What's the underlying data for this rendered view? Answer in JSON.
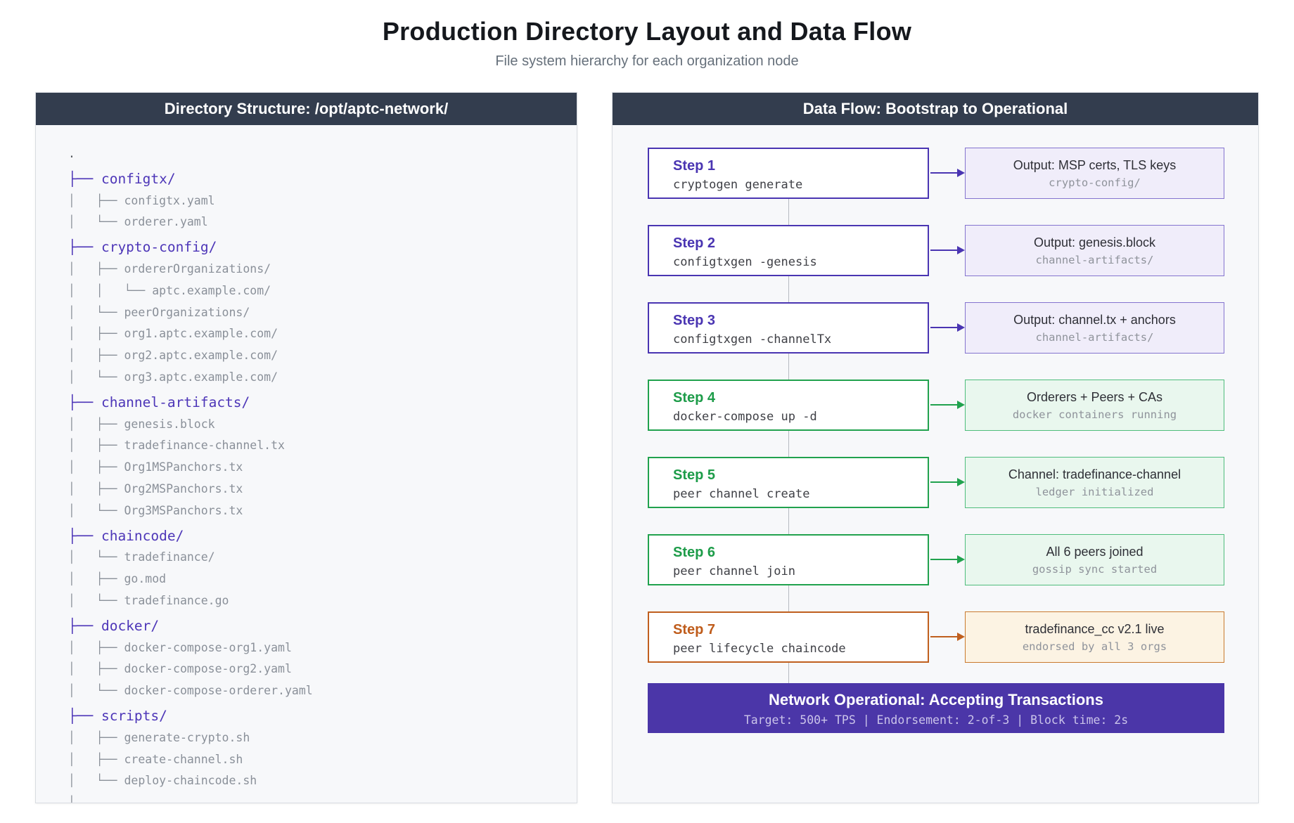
{
  "page": {
    "title": "Production Directory Layout and Data Flow",
    "subtitle": "File system hierarchy for each organization node"
  },
  "colors": {
    "header_bar": "#333d4e",
    "indigo_accent": "#4a35b2",
    "green_accent": "#21a24e",
    "orange_accent": "#c05f1e",
    "banner_purple": "#4b36a8",
    "tree_dir_purple": "#4d36b8"
  },
  "left_panel": {
    "header": "Directory Structure: /opt/aptc-network/",
    "tree": [
      {
        "text": ".",
        "type": "root"
      },
      {
        "text": "├── configtx/",
        "type": "dir"
      },
      {
        "text": "│   ├── configtx.yaml",
        "type": "file"
      },
      {
        "text": "│   └── orderer.yaml",
        "type": "file"
      },
      {
        "text": "├── crypto-config/",
        "type": "dir"
      },
      {
        "text": "│   ├── ordererOrganizations/",
        "type": "file"
      },
      {
        "text": "│   │   └── aptc.example.com/",
        "type": "file"
      },
      {
        "text": "│   └── peerOrganizations/",
        "type": "file"
      },
      {
        "text": "│   ├── org1.aptc.example.com/",
        "type": "file"
      },
      {
        "text": "│   ├── org2.aptc.example.com/",
        "type": "file"
      },
      {
        "text": "│   └── org3.aptc.example.com/",
        "type": "file"
      },
      {
        "text": "├── channel-artifacts/",
        "type": "dir"
      },
      {
        "text": "│   ├── genesis.block",
        "type": "file"
      },
      {
        "text": "│   ├── tradefinance-channel.tx",
        "type": "file"
      },
      {
        "text": "│   ├── Org1MSPanchors.tx",
        "type": "file"
      },
      {
        "text": "│   ├── Org2MSPanchors.tx",
        "type": "file"
      },
      {
        "text": "│   └── Org3MSPanchors.tx",
        "type": "file"
      },
      {
        "text": "├── chaincode/",
        "type": "dir"
      },
      {
        "text": "│   └── tradefinance/",
        "type": "file"
      },
      {
        "text": "│   ├── go.mod",
        "type": "file"
      },
      {
        "text": "│   └── tradefinance.go",
        "type": "file"
      },
      {
        "text": "├── docker/",
        "type": "dir"
      },
      {
        "text": "│   ├── docker-compose-org1.yaml",
        "type": "file"
      },
      {
        "text": "│   ├── docker-compose-org2.yaml",
        "type": "file"
      },
      {
        "text": "│   └── docker-compose-orderer.yaml",
        "type": "file"
      },
      {
        "text": "├── scripts/",
        "type": "dir"
      },
      {
        "text": "│   ├── generate-crypto.sh",
        "type": "file"
      },
      {
        "text": "│   ├── create-channel.sh",
        "type": "file"
      },
      {
        "text": "│   └── deploy-chaincode.sh",
        "type": "file"
      },
      {
        "text": "│",
        "type": "file"
      }
    ]
  },
  "right_panel": {
    "header": "Data Flow: Bootstrap to Operational",
    "steps": [
      {
        "label": "Step 1",
        "command": "cryptogen generate",
        "output_title": "Output: MSP certs, TLS keys",
        "output_sub": "crypto-config/"
      },
      {
        "label": "Step 2",
        "command": "configtxgen -genesis",
        "output_title": "Output: genesis.block",
        "output_sub": "channel-artifacts/"
      },
      {
        "label": "Step 3",
        "command": "configtxgen -channelTx",
        "output_title": "Output: channel.tx + anchors",
        "output_sub": "channel-artifacts/"
      },
      {
        "label": "Step 4",
        "command": "docker-compose up -d",
        "output_title": "Orderers + Peers + CAs",
        "output_sub": "docker containers running"
      },
      {
        "label": "Step 5",
        "command": "peer channel create",
        "output_title": "Channel: tradefinance-channel",
        "output_sub": "ledger initialized"
      },
      {
        "label": "Step 6",
        "command": "peer channel join",
        "output_title": "All 6 peers joined",
        "output_sub": "gossip sync started"
      },
      {
        "label": "Step 7",
        "command": "peer lifecycle chaincode",
        "output_title": "tradefinance_cc v2.1 live",
        "output_sub": "endorsed by all 3 orgs"
      }
    ],
    "banner": {
      "title": "Network Operational: Accepting Transactions",
      "subtitle": "Target: 500+ TPS | Endorsement: 2-of-3 | Block time: 2s"
    }
  }
}
